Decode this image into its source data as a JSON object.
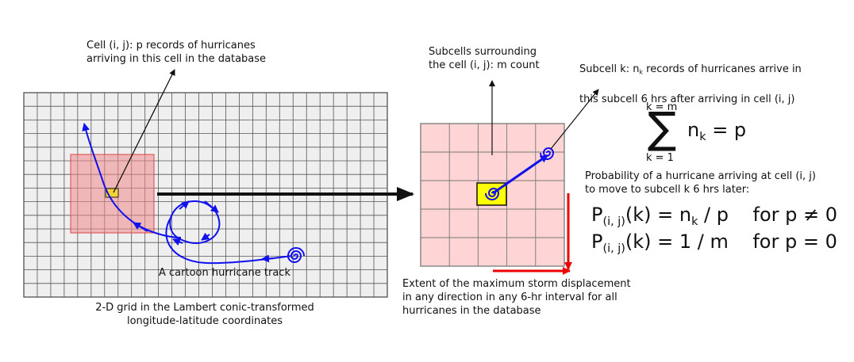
{
  "labels": {
    "cell_annotation": "Cell (i, j): p records of hurricanes\narriving in this cell in the database",
    "subcells_annotation": "Subcells surrounding\nthe cell (i, j): m count",
    "subcell_k_prefix": "Subcell k: n",
    "subcell_k_sub": "k",
    "subcell_k_rest": " records of hurricanes arrive in",
    "subcell_k_line2": "this subcell 6 hrs after arriving in cell (i, j)",
    "track_label": "A cartoon hurricane track",
    "grid_caption": "2-D grid in the Lambert conic-transformed\nlongitude-latitude coordinates",
    "extent_caption": "Extent of the maximum storm displacement\nin any direction in any 6-hr interval for all\nhurricanes in the database",
    "prob_caption": "Probability of a hurricane arriving at cell (i, j)\nto move to subcell k 6 hrs later:"
  },
  "formula_sum": {
    "upper": "k = m",
    "lower": "k = 1",
    "sigma": "∑",
    "term_n": "n",
    "term_sub": "k",
    "rhs": " = p"
  },
  "formula_prob": {
    "P": "P",
    "sub": "(i, j)",
    "line1_rest": "(k) = n",
    "line1_sub": "k",
    "line1_tail": " / p    for p ≠ 0",
    "line2_rest": "(k) = 1 / m    for p = 0"
  },
  "colors": {
    "grid_bg": "#efefef",
    "grid_line": "#555555",
    "highlight_fill": "#f0a0a0",
    "subgrid_fill": "#ffd4d4",
    "cell_fill": "#ffff00",
    "track": "#1111ee",
    "extent_arrow": "#ee0000"
  }
}
